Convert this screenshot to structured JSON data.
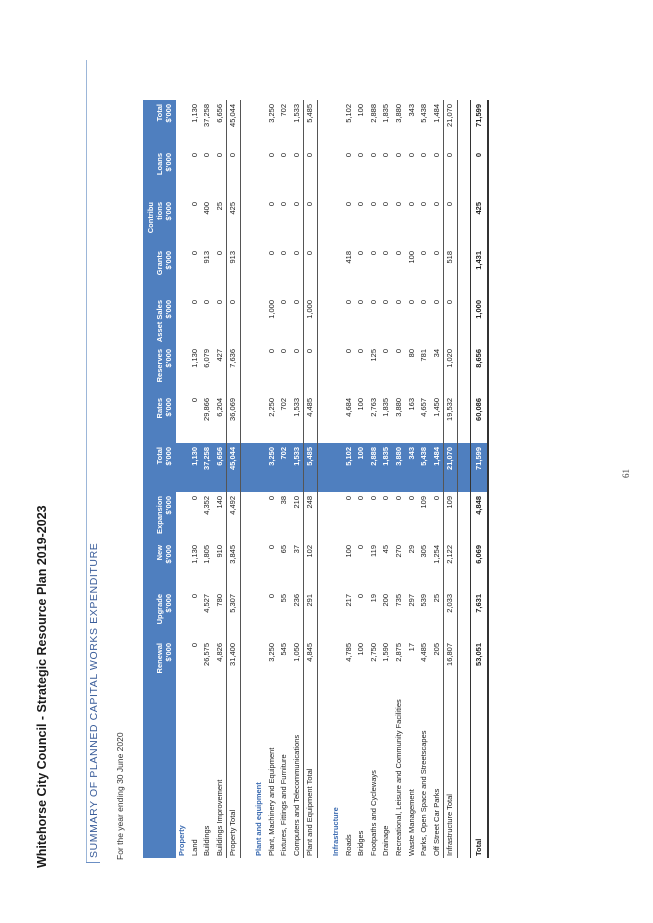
{
  "doc_title": "Whitehorse City Council - Strategic Resource Plan 2019-2023",
  "section_title": "SUMMARY OF PLANNED CAPITAL WORKS EXPENDITURE",
  "period": "For the year ending 30 June 2020",
  "page_number": "61",
  "colors": {
    "header_bg": "#4f7fbf",
    "category_text": "#3a6ab0",
    "section_title": "#3a5d9a"
  },
  "columns": [
    {
      "label": "Renewal",
      "unit": "$'000"
    },
    {
      "label": "Upgrade",
      "unit": "$'000"
    },
    {
      "label": "New",
      "unit": "$'000"
    },
    {
      "label": "Expansion",
      "unit": "$'000"
    },
    {
      "label": "Total",
      "unit": "$'000"
    },
    {
      "label": "Rates",
      "unit": "$'000"
    },
    {
      "label": "Reserves",
      "unit": "$'000"
    },
    {
      "label": "Asset Sales",
      "unit": "$'000"
    },
    {
      "label": "Grants",
      "unit": "$'000"
    },
    {
      "label": "Contribu tions",
      "unit": "$'000"
    },
    {
      "label": "Loans",
      "unit": "$'000"
    },
    {
      "label": "Total",
      "unit": "$'000"
    }
  ],
  "sections": [
    {
      "category": "Property",
      "rows": [
        {
          "label": "Land",
          "values": [
            "0",
            "0",
            "1,130",
            "0",
            "1,130",
            "0",
            "1,130",
            "0",
            "0",
            "0",
            "0",
            "1,130"
          ]
        },
        {
          "label": "Buildings",
          "values": [
            "26,575",
            "4,527",
            "1,805",
            "4,352",
            "37,258",
            "29,866",
            "6,079",
            "0",
            "913",
            "400",
            "0",
            "37,258"
          ]
        },
        {
          "label": "Buildings Improvement",
          "values": [
            "4,826",
            "780",
            "910",
            "140",
            "6,656",
            "6,204",
            "427",
            "0",
            "0",
            "25",
            "0",
            "6,656"
          ]
        }
      ],
      "total": {
        "label": "Property Total",
        "values": [
          "31,400",
          "5,307",
          "3,845",
          "4,492",
          "45,044",
          "36,069",
          "7,636",
          "0",
          "913",
          "425",
          "0",
          "45,044"
        ]
      }
    },
    {
      "category": "Plant and equipment",
      "rows": [
        {
          "label": "Plant, Machinery and Equipment",
          "values": [
            "3,250",
            "0",
            "0",
            "0",
            "3,250",
            "2,250",
            "0",
            "1,000",
            "0",
            "0",
            "0",
            "3,250"
          ]
        },
        {
          "label": "Fixtures, Fittings and Furniture",
          "values": [
            "545",
            "55",
            "65",
            "38",
            "702",
            "702",
            "0",
            "0",
            "0",
            "0",
            "0",
            "702"
          ]
        },
        {
          "label": "Computers and Telecommunications",
          "values": [
            "1,050",
            "236",
            "37",
            "210",
            "1,533",
            "1,533",
            "0",
            "0",
            "0",
            "0",
            "0",
            "1,533"
          ]
        }
      ],
      "total": {
        "label": "Plant and Equipment Total",
        "values": [
          "4,845",
          "291",
          "102",
          "248",
          "5,485",
          "4,485",
          "0",
          "1,000",
          "0",
          "0",
          "0",
          "5,485"
        ]
      }
    },
    {
      "category": "Infrastructure",
      "rows": [
        {
          "label": "Roads",
          "values": [
            "4,785",
            "217",
            "100",
            "0",
            "5,102",
            "4,684",
            "0",
            "0",
            "418",
            "0",
            "0",
            "5,102"
          ]
        },
        {
          "label": "Bridges",
          "values": [
            "100",
            "0",
            "0",
            "0",
            "100",
            "100",
            "0",
            "0",
            "0",
            "0",
            "0",
            "100"
          ]
        },
        {
          "label": "Footpaths and Cycleways",
          "values": [
            "2,750",
            "19",
            "119",
            "0",
            "2,888",
            "2,763",
            "125",
            "0",
            "0",
            "0",
            "0",
            "2,888"
          ]
        },
        {
          "label": "Drainage",
          "values": [
            "1,590",
            "200",
            "45",
            "0",
            "1,835",
            "1,835",
            "0",
            "0",
            "0",
            "0",
            "0",
            "1,835"
          ]
        },
        {
          "label": "Recreational, Leisure and Community Facilities",
          "values": [
            "2,875",
            "735",
            "270",
            "0",
            "3,880",
            "3,880",
            "0",
            "0",
            "0",
            "0",
            "0",
            "3,880"
          ]
        },
        {
          "label": "Waste Management",
          "values": [
            "17",
            "297",
            "29",
            "0",
            "343",
            "163",
            "80",
            "0",
            "100",
            "0",
            "0",
            "343"
          ]
        },
        {
          "label": "Parks, Open Space and Streetscapes",
          "values": [
            "4,485",
            "539",
            "305",
            "109",
            "5,438",
            "4,657",
            "781",
            "0",
            "0",
            "0",
            "0",
            "5,438"
          ]
        },
        {
          "label": "Off Street Car Parks",
          "values": [
            "205",
            "25",
            "1,254",
            "0",
            "1,484",
            "1,450",
            "34",
            "0",
            "0",
            "0",
            "0",
            "1,484"
          ]
        }
      ],
      "total": {
        "label": "Infrastructure Total",
        "values": [
          "16,807",
          "2,033",
          "2,122",
          "109",
          "21,070",
          "19,532",
          "1,020",
          "0",
          "518",
          "0",
          "0",
          "21,070"
        ]
      }
    }
  ],
  "grand_total": {
    "label": "Total",
    "values": [
      "53,051",
      "7,631",
      "6,069",
      "4,848",
      "71,599",
      "60,086",
      "8,656",
      "1,000",
      "1,431",
      "425",
      "0",
      "71,599"
    ]
  }
}
